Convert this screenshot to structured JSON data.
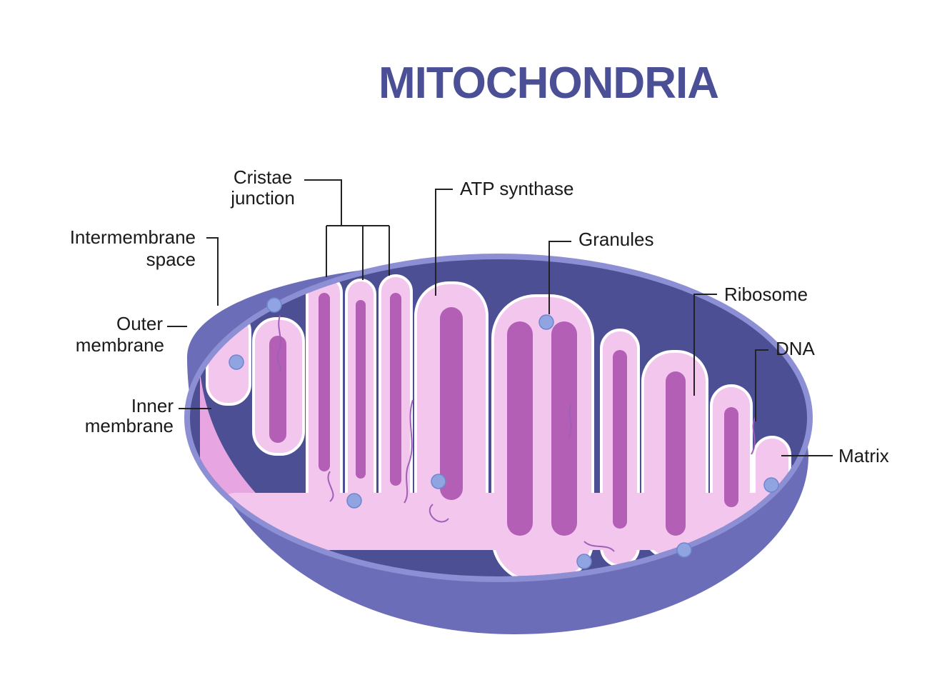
{
  "title": "MITOCHONDRIA",
  "labels": {
    "cristae_junction": [
      "Cristae",
      "junction"
    ],
    "atp_synthase": "ATP synthase",
    "granules": "Granules",
    "intermembrane_space": [
      "Intermembrane",
      "space"
    ],
    "outer_membrane": [
      "Outer",
      "membrane"
    ],
    "inner_membrane": [
      "Inner",
      "membrane"
    ],
    "ribosome": "Ribosome",
    "dna": "DNA",
    "matrix": "Matrix"
  },
  "colors": {
    "title": "#4a4f96",
    "outer_membrane": "#6b6db8",
    "outer_rim": "#8c8fd4",
    "intermembrane": "#4c4f94",
    "matrix": "#f3c6ee",
    "inner_membrane": "#b45fb6",
    "granule": "#8fa4e0"
  }
}
